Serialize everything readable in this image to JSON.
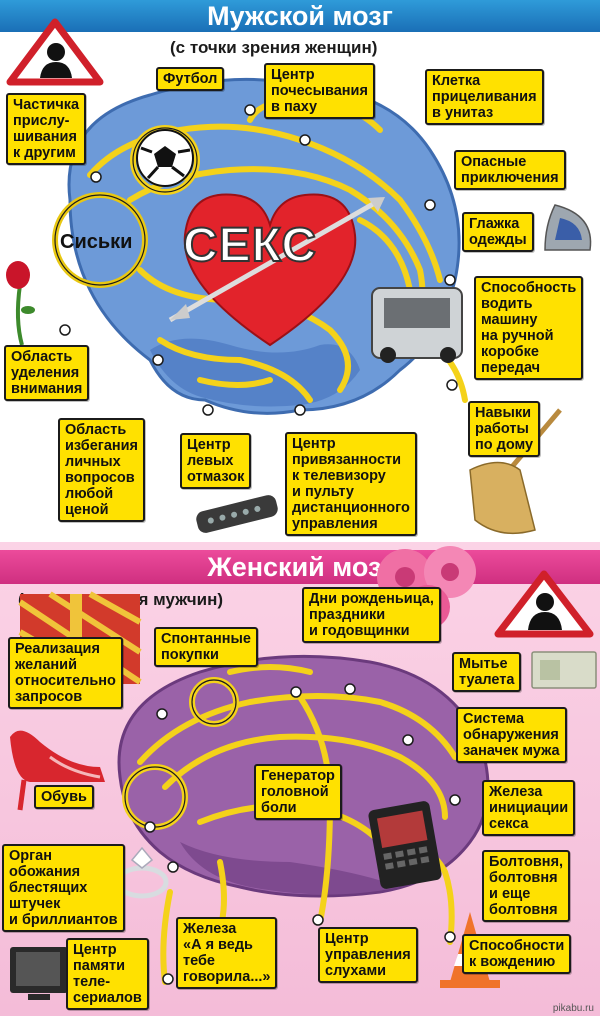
{
  "male": {
    "title": "Мужской мозг",
    "subtitle": "(с точки зрения женщин)",
    "center_text": "СЕКС",
    "boobs_text": "Сиськи",
    "labels": {
      "football": "Футбол",
      "scratch": "Центр\nпочесывания\nв паху",
      "aim": "Клетка\nприцеливания\nв унитаз",
      "listen": "Частичка\nприслу-\nшивания\nк другим",
      "adventures": "Опасные\nприключения",
      "ironing": "Глажка\nодежды",
      "driving": "Способность\nводить\nмашину\nна ручной\nкоробке\nпередач",
      "attention": "Область\nуделения\nвнимания",
      "avoid": "Область\nизбегания\nличных\nвопросов\nлюбой\nценой",
      "excuses": "Центр\nлевых\nотмазок",
      "tv": "Центр\nпривязанности\nк телевизору\nи пульту\nдистанционного\nуправления",
      "housework": "Навыки\nработы\nпо дому"
    },
    "colors": {
      "brain": "#5e8fd3",
      "tube": "#f4d21a",
      "heart": "#e2232b"
    }
  },
  "female": {
    "title": "Женский мозг",
    "subtitle": "(с точки зрения мужчин)",
    "labels": {
      "birthdays": "Дни рожденьица,\nпраздники\nи годовщинки",
      "wishes": "Реализация\nжеланий\nотносительно\nзапросов",
      "shopping": "Спонтанные\nпокупки",
      "toilet": "Мытье\nтуалета",
      "stash": "Система\nобнаружения\nзаначек мужа",
      "headache": "Генератор\nголовной\nболи",
      "shoes": "Обувь",
      "initiation": "Железа\nинициации\nсекса",
      "shiny": "Орган\nобожания\nблестящих\nштучек\nи бриллиантов",
      "chatter": "Болтовня,\nболтовня\nи еще\nболтовня",
      "told_you": "Железа\n«А я ведь\nтебе\nговорила...»",
      "rumors": "Центр\nуправления\nслухами",
      "series": "Центр\nпамяти\nтеле-\nсериалов",
      "driving": "Способности\nк вождению"
    },
    "colors": {
      "brain": "#9a5fa3",
      "tube": "#f4d21a"
    }
  },
  "watermark": "pikabu.ru"
}
